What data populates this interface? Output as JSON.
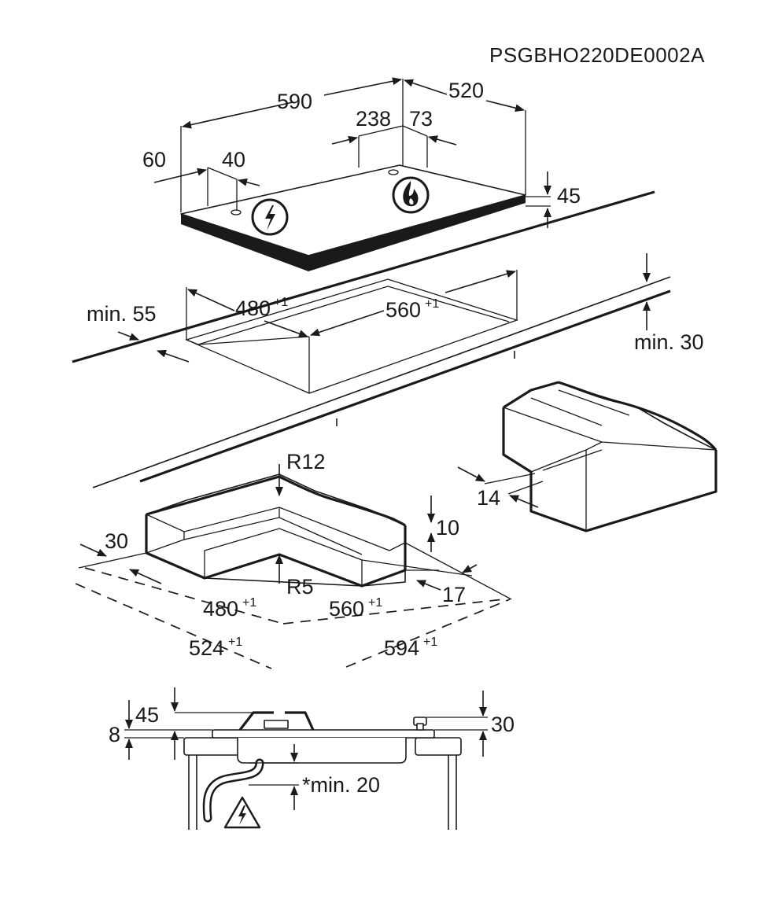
{
  "document_code": "PSGBHO220DE0002A",
  "hob": {
    "width": "590",
    "depth": "520",
    "gas_inlet_offset": "238",
    "gas_inlet_depth": "73",
    "power_inlet_offset": "60",
    "power_inlet_depth": "40",
    "height": "45",
    "power_icon": "electric-hazard-icon",
    "gas_icon": "gas-flame-icon"
  },
  "cutout": {
    "depth": "480",
    "depth_tol": "+1",
    "width": "560",
    "width_tol": "+1",
    "front_clearance": "min. 55",
    "worktop_thickness": "min. 30"
  },
  "frame": {
    "radius_top": "R12",
    "radius_inner": "R5",
    "frame_offset": "30",
    "frame_height": "10",
    "frame_overhang": "17",
    "inner_depth": "480",
    "inner_depth_tol": "+1",
    "inner_width": "560",
    "inner_width_tol": "+1",
    "outer_depth": "524",
    "outer_depth_tol": "+1",
    "outer_width": "594",
    "outer_width_tol": "+1",
    "edge_offset": "14"
  },
  "section": {
    "burner_height": "45",
    "glass_height": "8",
    "knob_height": "30",
    "min_clearance": "*min. 20",
    "warning_icon": "electric-warning-icon"
  }
}
